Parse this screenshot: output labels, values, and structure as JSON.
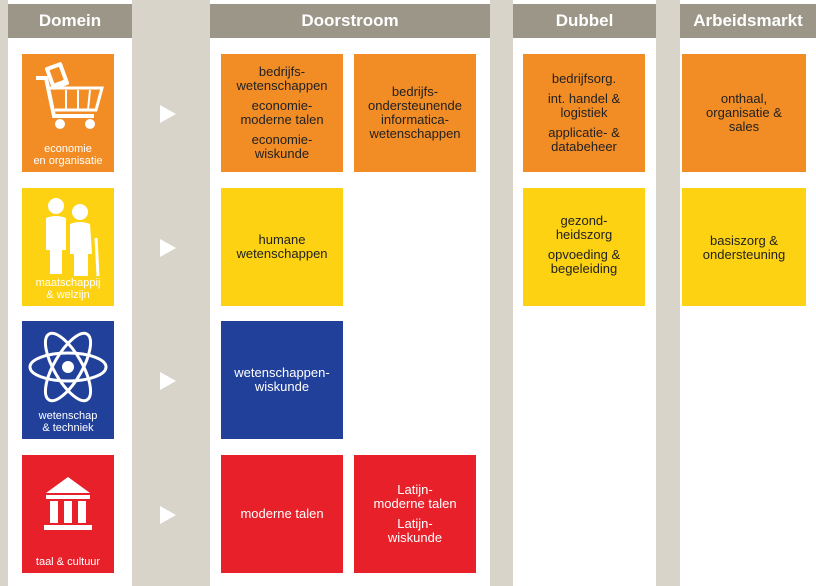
{
  "headers": {
    "domein": "Domein",
    "doorstroom": "Doorstroom",
    "dubbel": "Dubbel",
    "arbeidsmarkt": "Arbeidsmarkt"
  },
  "domains": [
    {
      "label1": "economie",
      "label2": "en organisatie",
      "icon": "shopping-cart-icon",
      "color": "#f28c25"
    },
    {
      "label1": "maatschappij",
      "label2": "& welzijn",
      "icon": "people-icon",
      "color": "#fdd212"
    },
    {
      "label1": "wetenschap",
      "label2": "& techniek",
      "icon": "atom-icon",
      "color": "#21409a"
    },
    {
      "label1": "taal & cultuur",
      "label2": "",
      "icon": "building-icon",
      "color": "#e8202a"
    }
  ],
  "doorstroom": {
    "row1_a": [
      "bedrijfs-",
      "wetenschappen",
      "economie-",
      "moderne talen",
      "economie-",
      "wiskunde"
    ],
    "row1_b": [
      "bedrijfs-",
      "ondersteunende",
      "informatica-",
      "wetenschappen"
    ],
    "row2_a": [
      "humane",
      "wetenschappen"
    ],
    "row3_a": [
      "wetenschappen-",
      "wiskunde"
    ],
    "row4_a": [
      "moderne talen"
    ],
    "row4_b": [
      "Latijn-",
      "moderne talen",
      "Latijn-",
      "wiskunde"
    ]
  },
  "dubbel": {
    "row1": [
      "bedrijfsorg.",
      "int. handel &",
      "logistiek",
      "applicatie- &",
      "databeheer"
    ],
    "row2": [
      "gezond-",
      "heidszorg",
      "opvoeding &",
      "begeleiding"
    ]
  },
  "arbeidsmarkt": {
    "row1": [
      "onthaal,",
      "organisatie &",
      "sales"
    ],
    "row2": [
      "basiszorg &",
      "ondersteuning"
    ]
  }
}
